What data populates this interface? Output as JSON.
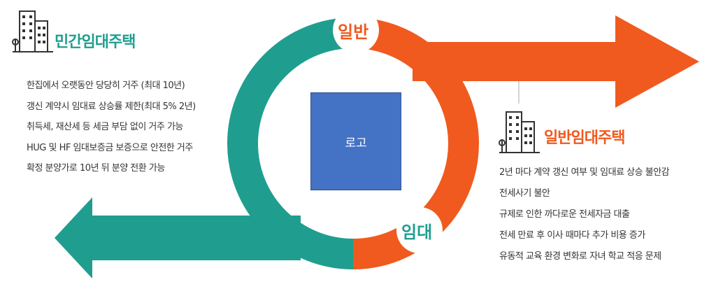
{
  "logo": {
    "label": "로고"
  },
  "circle": {
    "general_label": "일반",
    "rental_label": "임대"
  },
  "left_panel": {
    "title": "민간임대주택",
    "items": [
      "한집에서 오랫동안 당당히 거주 (최대 10년)",
      "갱신 계약시 임대료 상승률 제한(최대 5% 2년)",
      "취득세, 재산세 등 세금 부담 없이 거주 가능",
      "HUG 및 HF 임대보증금 보증으로 안전한 거주",
      "확정 분양가로 10년 뒤 분양 전환 가능"
    ]
  },
  "right_panel": {
    "title": "일반임대주택",
    "items": [
      "2년 마다 계약 갱신 여부 및 임대료 상승 불안감",
      "전세사기 불안",
      "규제로 인한 까다로운 전세자금 대출",
      "전세 만료 후 이사 때마다  추가 비용 증가",
      "유동적 교육 환경 변화로 자녀 학교 적응 문제"
    ]
  },
  "colors": {
    "teal": "#1f9e8f",
    "orange": "#f05a1e",
    "logo_blue": "#4472c4"
  },
  "icons": {
    "left": "apartment-building-icon",
    "right": "apartment-building-icon"
  }
}
